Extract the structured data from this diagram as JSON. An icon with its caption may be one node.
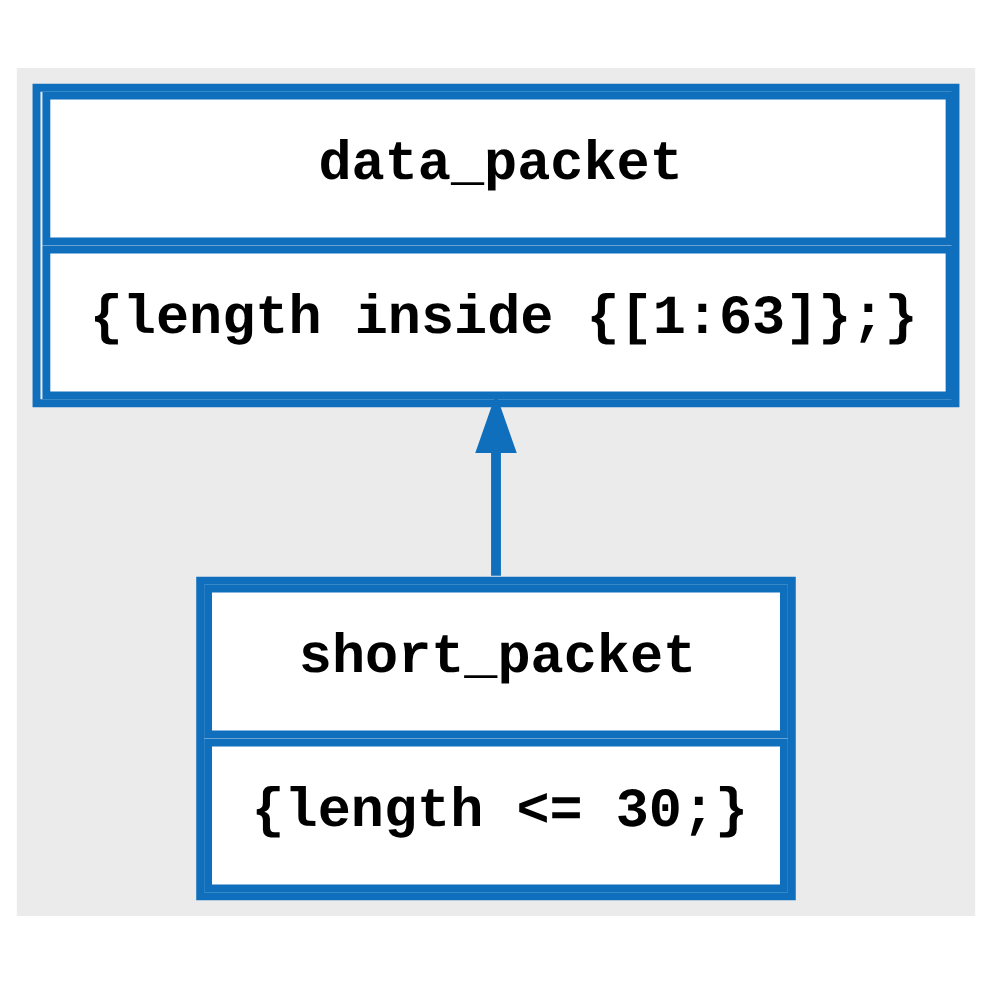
{
  "diagram": {
    "nodes": [
      {
        "text": [
          "data_packet",
          "{length inside {[1:63]};}"
        ]
      },
      {
        "text": [
          "short_packet",
          "{length <= 30;}"
        ]
      }
    ],
    "edges": [
      {
        "from": 1,
        "to": 0,
        "arrow": "to"
      }
    ]
  }
}
